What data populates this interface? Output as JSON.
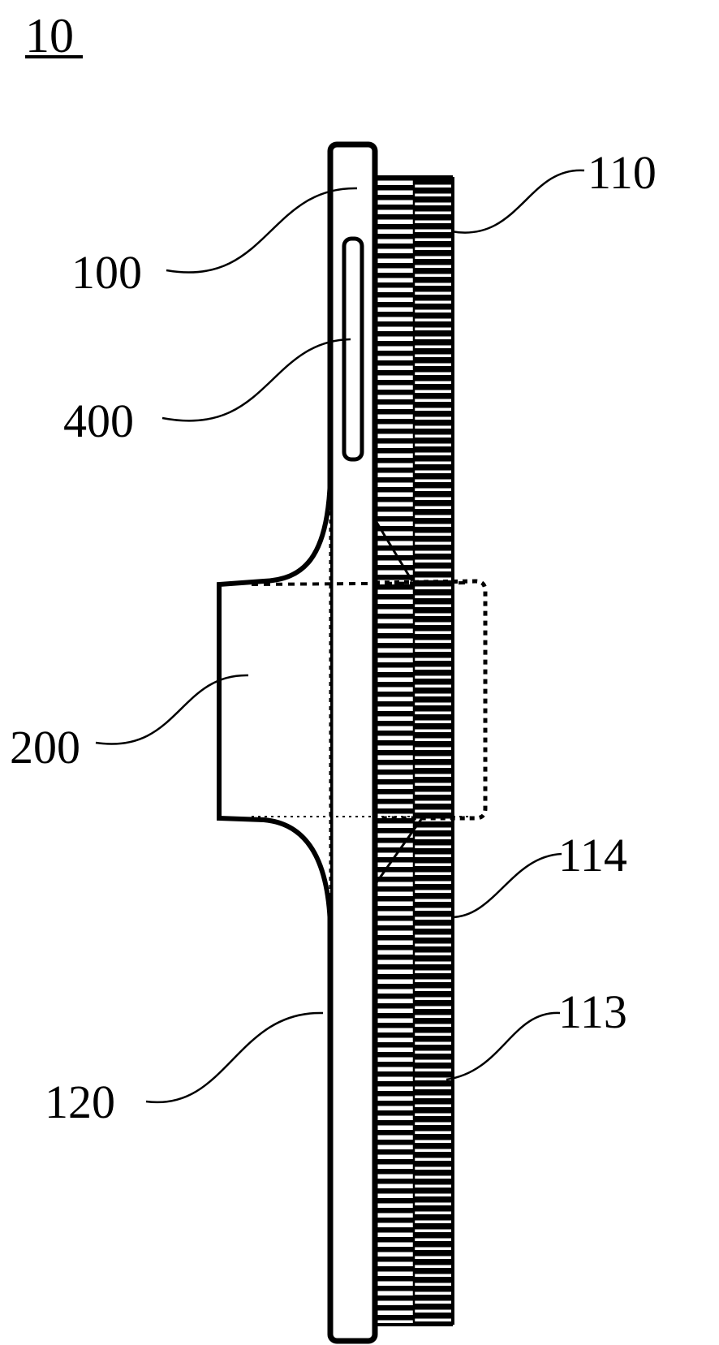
{
  "figure": {
    "number": "10",
    "ink_color": "#000000",
    "background_color": "#ffffff"
  },
  "callouts": [
    {
      "id": "c100",
      "label": "100"
    },
    {
      "id": "c400",
      "label": "400"
    },
    {
      "id": "c200",
      "label": "200"
    },
    {
      "id": "c120",
      "label": "120"
    },
    {
      "id": "c110",
      "label": "110"
    },
    {
      "id": "c114",
      "label": "114"
    },
    {
      "id": "c113",
      "label": "113"
    }
  ]
}
